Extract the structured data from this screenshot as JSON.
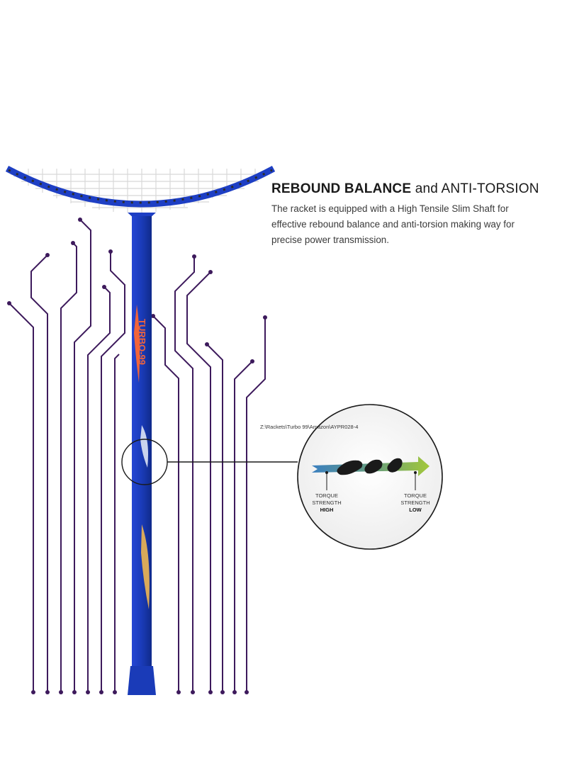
{
  "feature": {
    "title_bold": "REBOUND BALANCE",
    "title_light": " and ANTI-TORSION",
    "description": "The racket is equipped with a High Tensile Slim Shaft for effective rebound balance and anti-torsion making way for precise power transmission."
  },
  "racket": {
    "model_text": "TURBO-99",
    "frame_color": "#1e3fc4",
    "shaft_color": "#1a3bb8",
    "accent_color": "#f2643a"
  },
  "zoom_callout": {
    "file_path": "Z:\\Rackets\\Turbo 99\\Amazon\\AYPR028-4",
    "torque_high": {
      "line1": "TORQUE",
      "line2": "STRENGTH",
      "level": "HIGH"
    },
    "torque_low": {
      "line1": "TORQUE",
      "line2": "STRENGTH",
      "level": "LOW"
    },
    "arrow_start_color": "#3a7fc0",
    "arrow_end_color": "#9ac23a"
  },
  "circuit": {
    "line_color": "#3d1a5c"
  }
}
